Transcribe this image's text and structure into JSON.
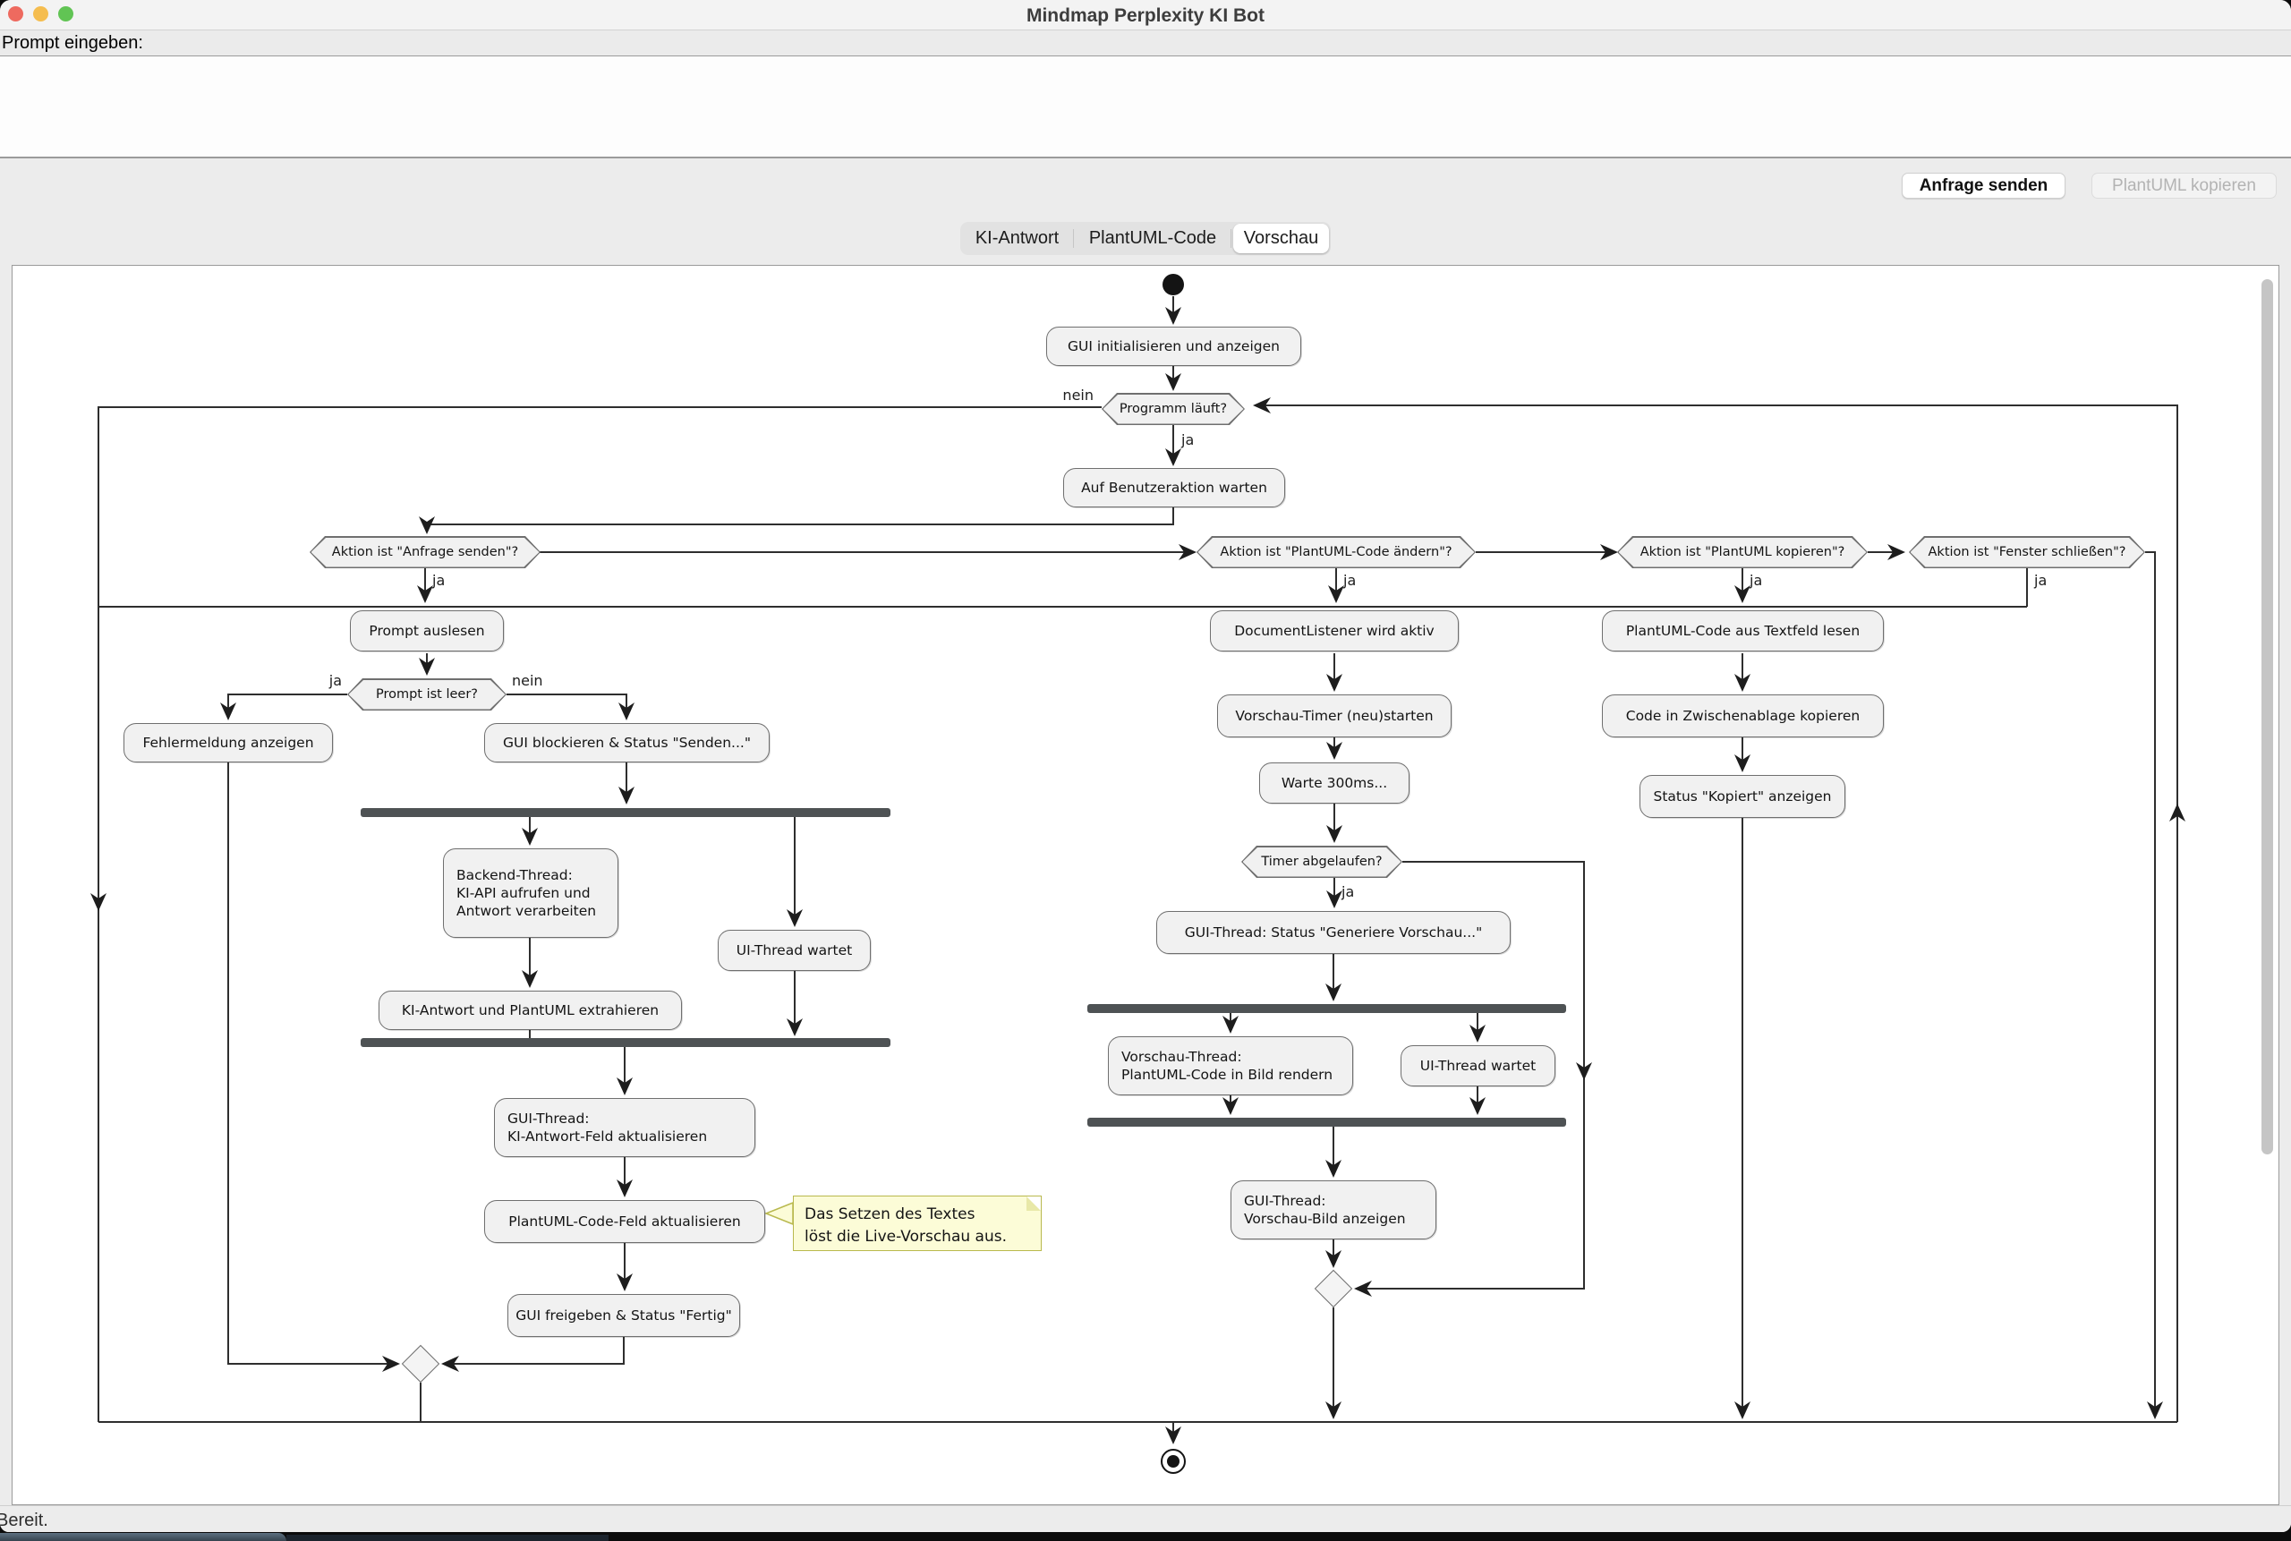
{
  "window": {
    "title": "Mindmap Perplexity KI Bot"
  },
  "prompt": {
    "label": "Prompt eingeben:",
    "value": ""
  },
  "toolbar": {
    "send_label": "Anfrage senden",
    "copy_label": "PlantUML kopieren",
    "copy_enabled": false
  },
  "tabs": {
    "items": [
      {
        "label": "KI-Antwort"
      },
      {
        "label": "PlantUML-Code"
      },
      {
        "label": "Vorschau"
      }
    ],
    "selected": "Vorschau"
  },
  "statusbar": {
    "text": "Bereit."
  },
  "colors": {
    "traffic_red": "#ee6a5f",
    "traffic_yellow": "#f5bd4f",
    "traffic_green": "#61c454",
    "note_bg": "#fcfcd7",
    "note_border": "#b9b94e",
    "node_fill": "#f1f1f1",
    "node_border": "#6f6f6f",
    "edge": "#2e2e2e"
  },
  "diagram": {
    "nodes": {
      "init": "GUI initialisieren und anzeigen",
      "running_q": "Programm läuft?",
      "wait_action": "Auf Benutzeraktion warten",
      "q_send": "Aktion ist \"Anfrage senden\"?",
      "q_edit": "Aktion ist \"PlantUML-Code ändern\"?",
      "q_copy": "Aktion ist \"PlantUML kopieren\"?",
      "q_close": "Aktion ist \"Fenster schließen\"?",
      "read_prompt": "Prompt auslesen",
      "empty_q": "Prompt ist leer?",
      "show_error": "Fehlermeldung anzeigen",
      "block_gui": "GUI blockieren & Status \"Senden...\"",
      "backend_thread": "Backend-Thread:\nKI-API aufrufen und\nAntwort verarbeiten",
      "ui_wait_1": "UI-Thread wartet",
      "extract": "KI-Antwort und PlantUML extrahieren",
      "gui_update_answer": "GUI-Thread:\nKI-Antwort-Feld aktualisieren",
      "gui_update_code": "PlantUML-Code-Feld aktualisieren",
      "release_gui": "GUI freigeben & Status \"Fertig\"",
      "doc_listener": "DocumentListener wird aktiv",
      "restart_timer": "Vorschau-Timer (neu)starten",
      "wait_300": "Warte 300ms...",
      "timer_q": "Timer abgelaufen?",
      "gui_status_preview": "GUI-Thread: Status \"Generiere Vorschau...\"",
      "preview_thread": "Vorschau-Thread:\nPlantUML-Code in Bild rendern",
      "ui_wait_2": "UI-Thread wartet",
      "gui_show_preview": "GUI-Thread:\nVorschau-Bild anzeigen",
      "read_code": "PlantUML-Code aus Textfeld lesen",
      "copy_clipboard": "Code in Zwischenablage kopieren",
      "status_copied": "Status \"Kopiert\" anzeigen"
    },
    "edge_labels": {
      "ja": "ja",
      "nein": "nein"
    },
    "note": {
      "text": "Das Setzen des Textes\nlöst die Live-Vorschau aus."
    }
  }
}
